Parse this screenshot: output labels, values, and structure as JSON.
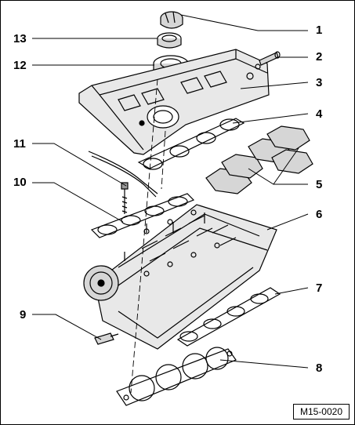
{
  "diagram": {
    "reference_code": "M15-0020",
    "callouts": [
      "1",
      "2",
      "3",
      "4",
      "5",
      "6",
      "7",
      "8",
      "9",
      "10",
      "11",
      "12",
      "13"
    ]
  },
  "colors": {
    "ink": "#000000",
    "paper": "#ffffff",
    "shade": "#d6d6d6",
    "dark": "#9a9a9a"
  }
}
